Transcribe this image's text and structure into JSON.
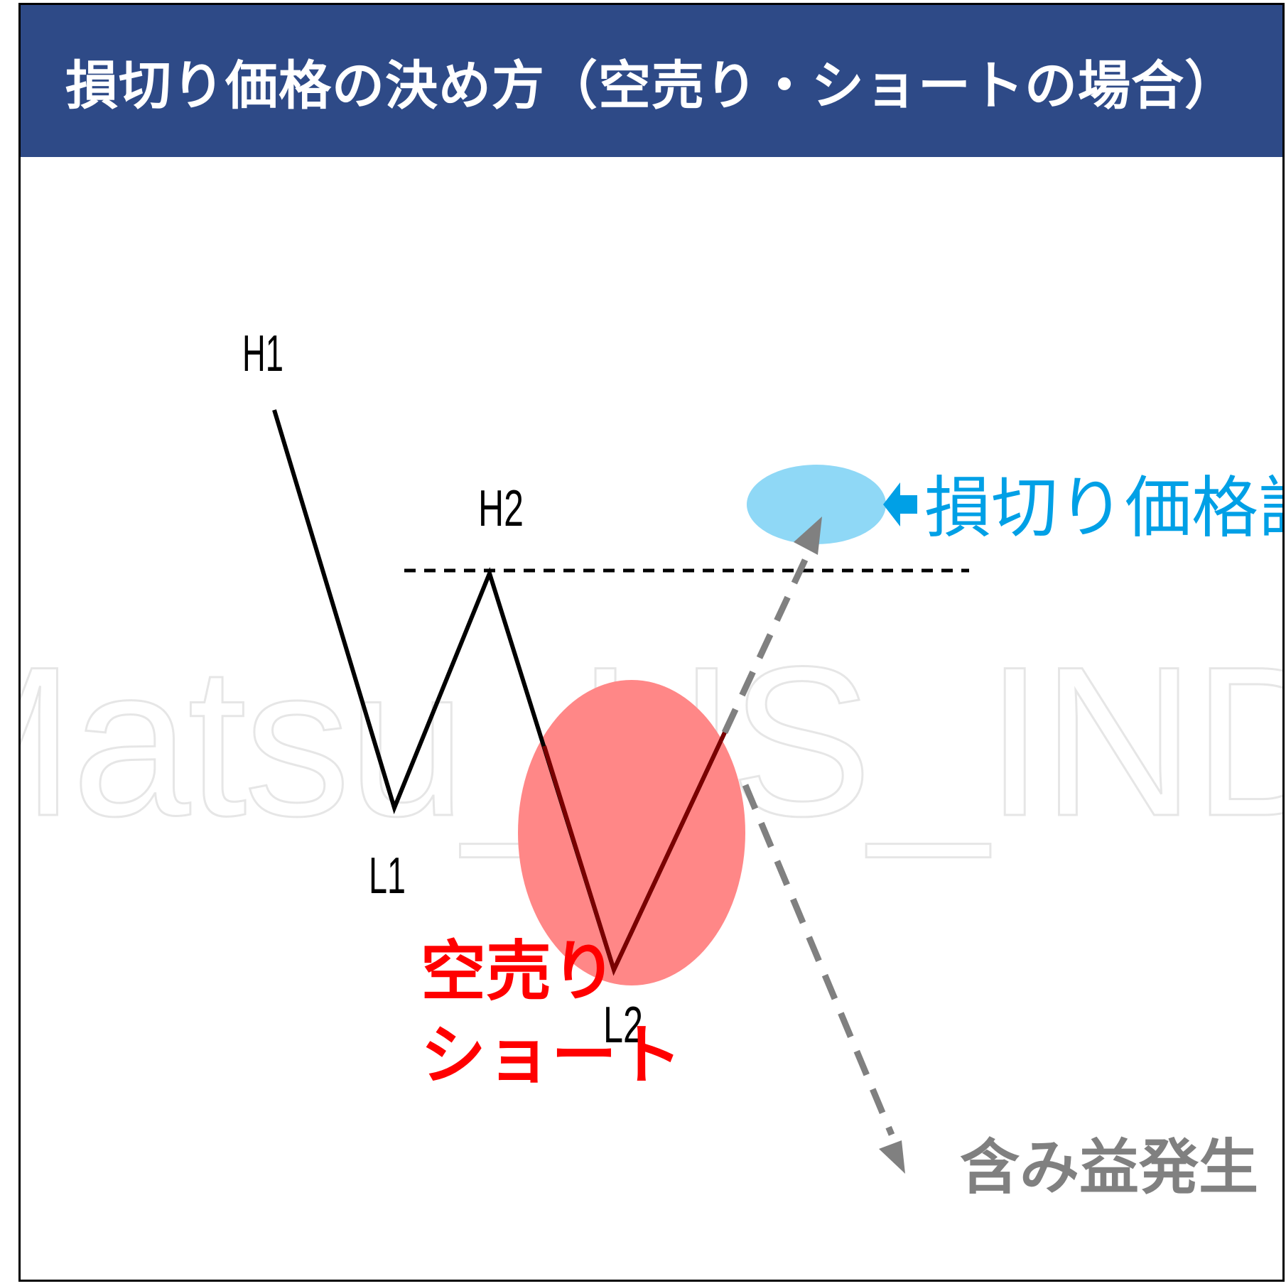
{
  "title": "損切り価格の決め方（空売り・ショートの場合）",
  "watermark": "@Matsu_US_INDEX",
  "points": {
    "h1": "H1",
    "h2": "H2",
    "l1": "L1",
    "l2": "L2"
  },
  "entry_label": {
    "line1": "空売り",
    "line2": "ショート"
  },
  "stop_loss_label": "損切り価格設定",
  "profit_label": "含み益発生",
  "colors": {
    "header_bg": "#2e4a87",
    "entry_circle": "#ff8787",
    "entry_text": "#ff0000",
    "stop_loss": "#00a0e6",
    "stop_loss_ellipse": "#8fd8f6",
    "arrow_gray": "#808080"
  }
}
